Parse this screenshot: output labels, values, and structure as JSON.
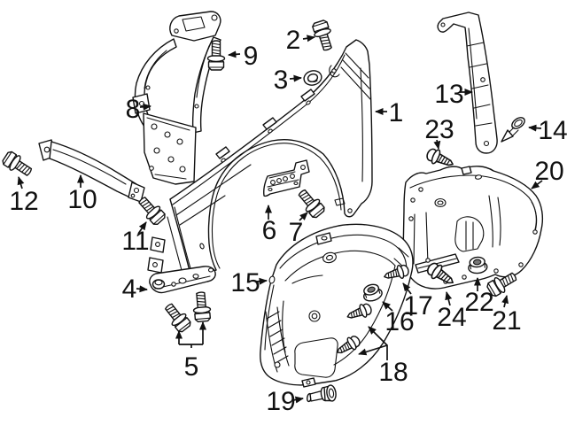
{
  "diagram": {
    "background_color": "#ffffff",
    "line_color": "#111111",
    "callouts": [
      {
        "number": "1"
      },
      {
        "number": "2"
      },
      {
        "number": "3"
      },
      {
        "number": "4"
      },
      {
        "number": "5"
      },
      {
        "number": "6"
      },
      {
        "number": "7"
      },
      {
        "number": "8"
      },
      {
        "number": "9"
      },
      {
        "number": "10"
      },
      {
        "number": "11"
      },
      {
        "number": "12"
      },
      {
        "number": "13"
      },
      {
        "number": "14"
      },
      {
        "number": "15"
      },
      {
        "number": "16"
      },
      {
        "number": "17"
      },
      {
        "number": "18"
      },
      {
        "number": "19"
      },
      {
        "number": "20"
      },
      {
        "number": "21"
      },
      {
        "number": "22"
      },
      {
        "number": "23"
      },
      {
        "number": "24"
      }
    ]
  }
}
